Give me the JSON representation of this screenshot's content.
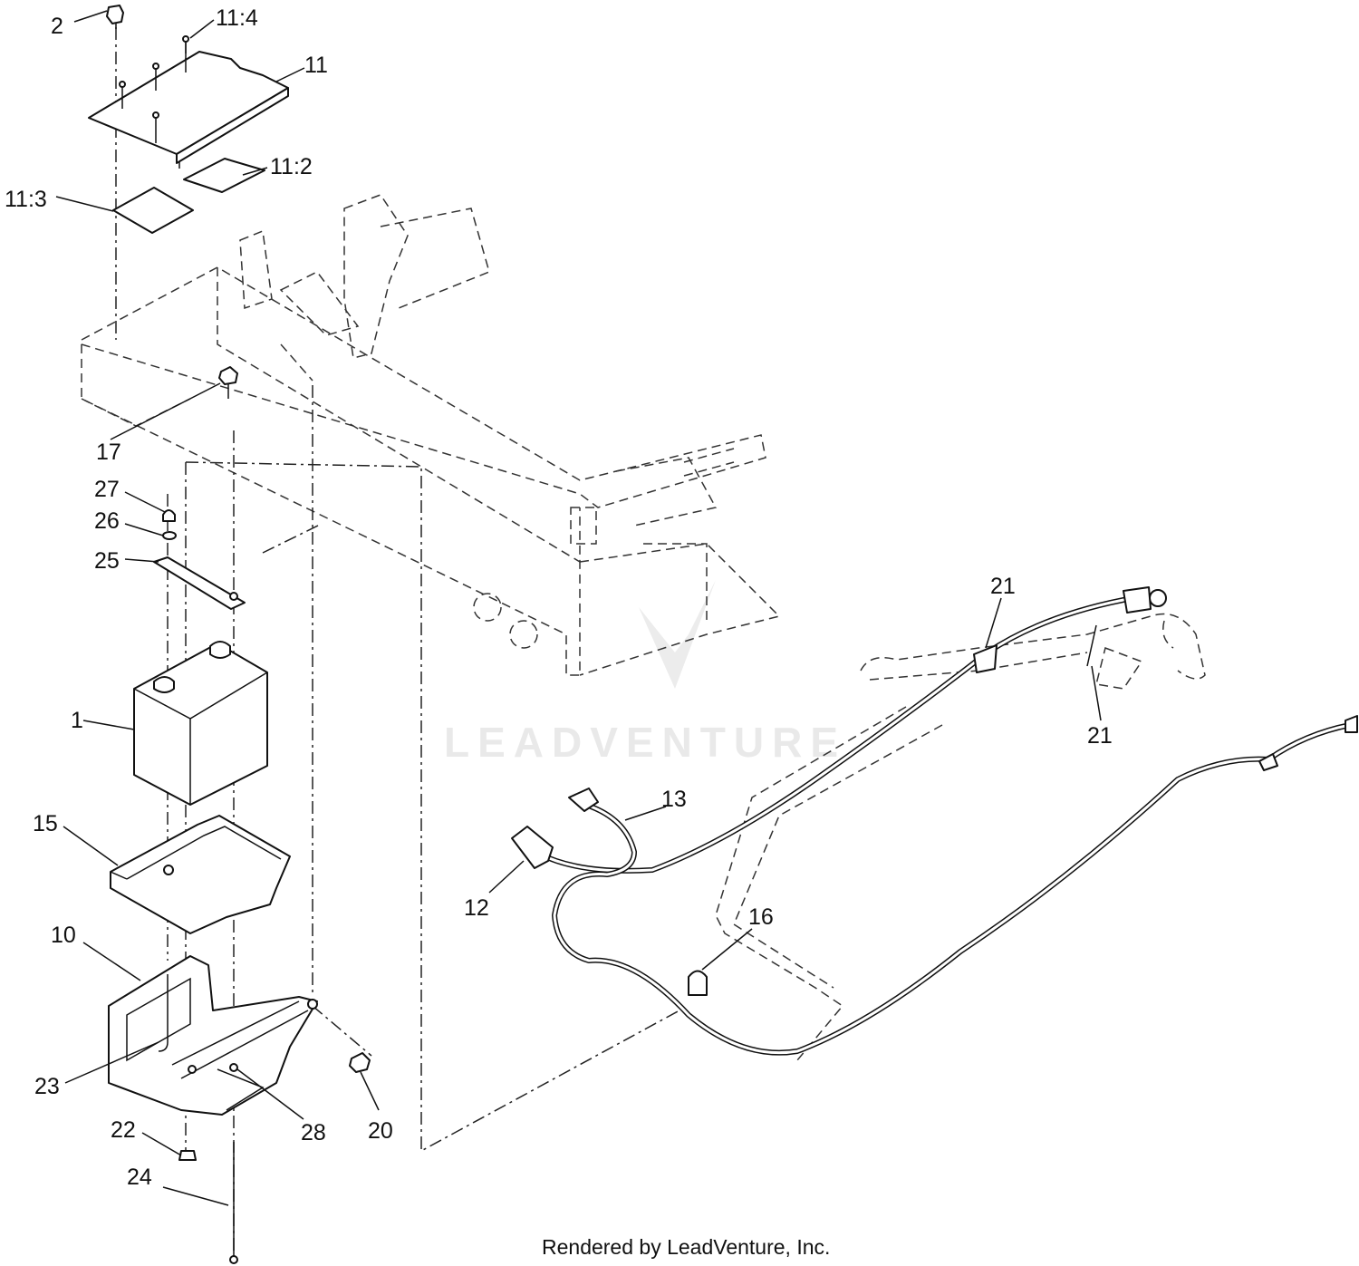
{
  "callouts": {
    "c2": "2",
    "c11_4": "11:4",
    "c11": "11",
    "c11_2": "11:2",
    "c11_3": "11:3",
    "c17": "17",
    "c27": "27",
    "c26": "26",
    "c25": "25",
    "c1": "1",
    "c15": "15",
    "c10": "10",
    "c23": "23",
    "c22": "22",
    "c24": "24",
    "c28": "28",
    "c20": "20",
    "c12": "12",
    "c13": "13",
    "c16": "16",
    "c21a": "21",
    "c21b": "21"
  },
  "watermark": "LEADVENTURE",
  "footer": "Rendered by LeadVenture, Inc."
}
